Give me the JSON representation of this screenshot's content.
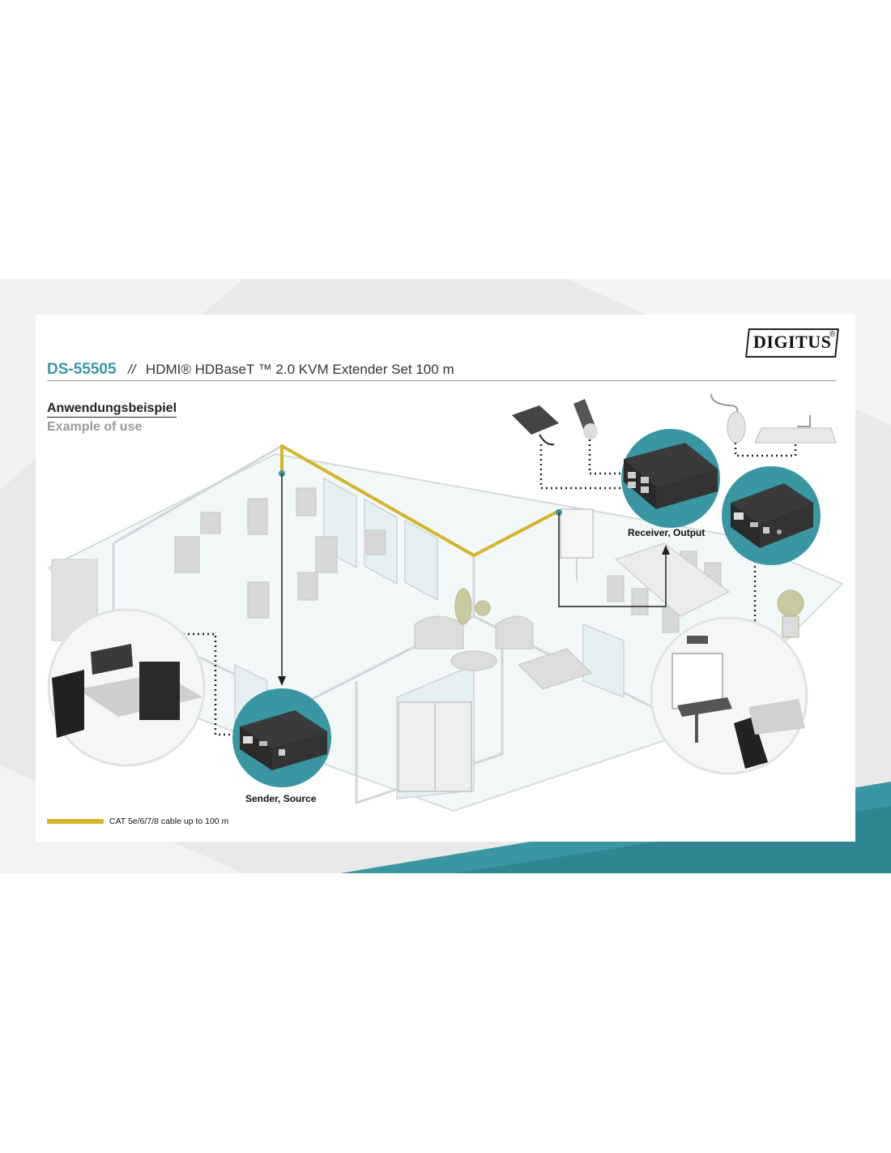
{
  "brand": {
    "logo_text": "DIGITUS",
    "reg_mark": "®"
  },
  "header": {
    "product_code": "DS-55505",
    "separator": "//",
    "product_name": "HDMI® HDBaseT ™ 2.0 KVM Extender Set 100 m"
  },
  "section": {
    "title_de": "Anwendungsbeispiel",
    "title_en": "Example of use"
  },
  "labels": {
    "receiver": "Receiver, Output",
    "sender": "Sender, Source"
  },
  "legend": {
    "text": "CAT 5e/6/7/8 cable up to 100 m",
    "color": "#d4b52a"
  },
  "colors": {
    "teal": "#3a96a3",
    "cable": "#d4b52a",
    "band": "#e9e9e9"
  }
}
